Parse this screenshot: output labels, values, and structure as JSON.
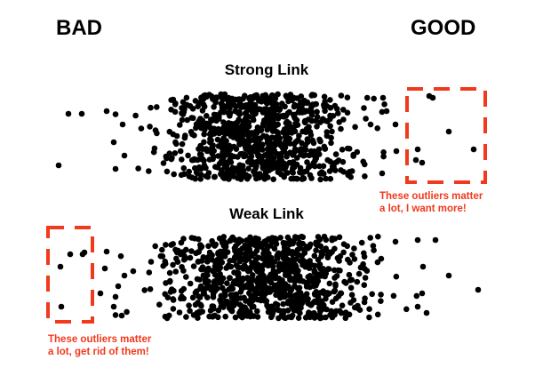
{
  "labels": {
    "bad": "BAD",
    "good": "GOOD",
    "strong_title": "Strong Link",
    "weak_title": "Weak Link"
  },
  "annotations": {
    "good_note_line1": "These outliers matter",
    "good_note_line2": "a lot, I want more!",
    "bad_note_line1": "These outliers matter",
    "bad_note_line2": "a lot, get rid of them!"
  },
  "colors": {
    "dot": "#000000",
    "highlight": "#f0391d"
  }
}
